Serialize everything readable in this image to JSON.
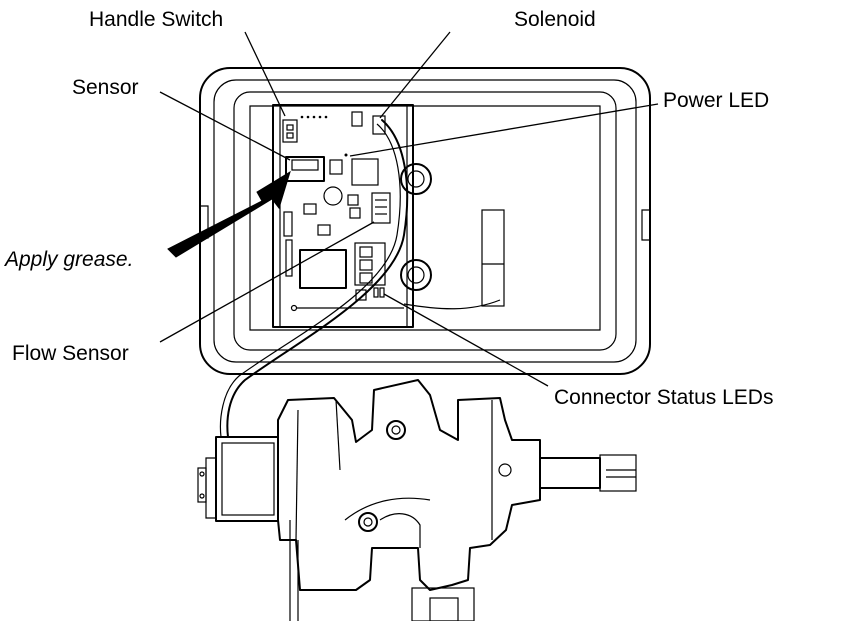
{
  "labels": {
    "handle_switch": "Handle Switch",
    "solenoid": "Solenoid",
    "sensor": "Sensor",
    "power_led": "Power LED",
    "apply_grease": "Apply grease.",
    "flow_sensor": "Flow Sensor",
    "connector_status_leds": "Connector Status LEDs"
  }
}
